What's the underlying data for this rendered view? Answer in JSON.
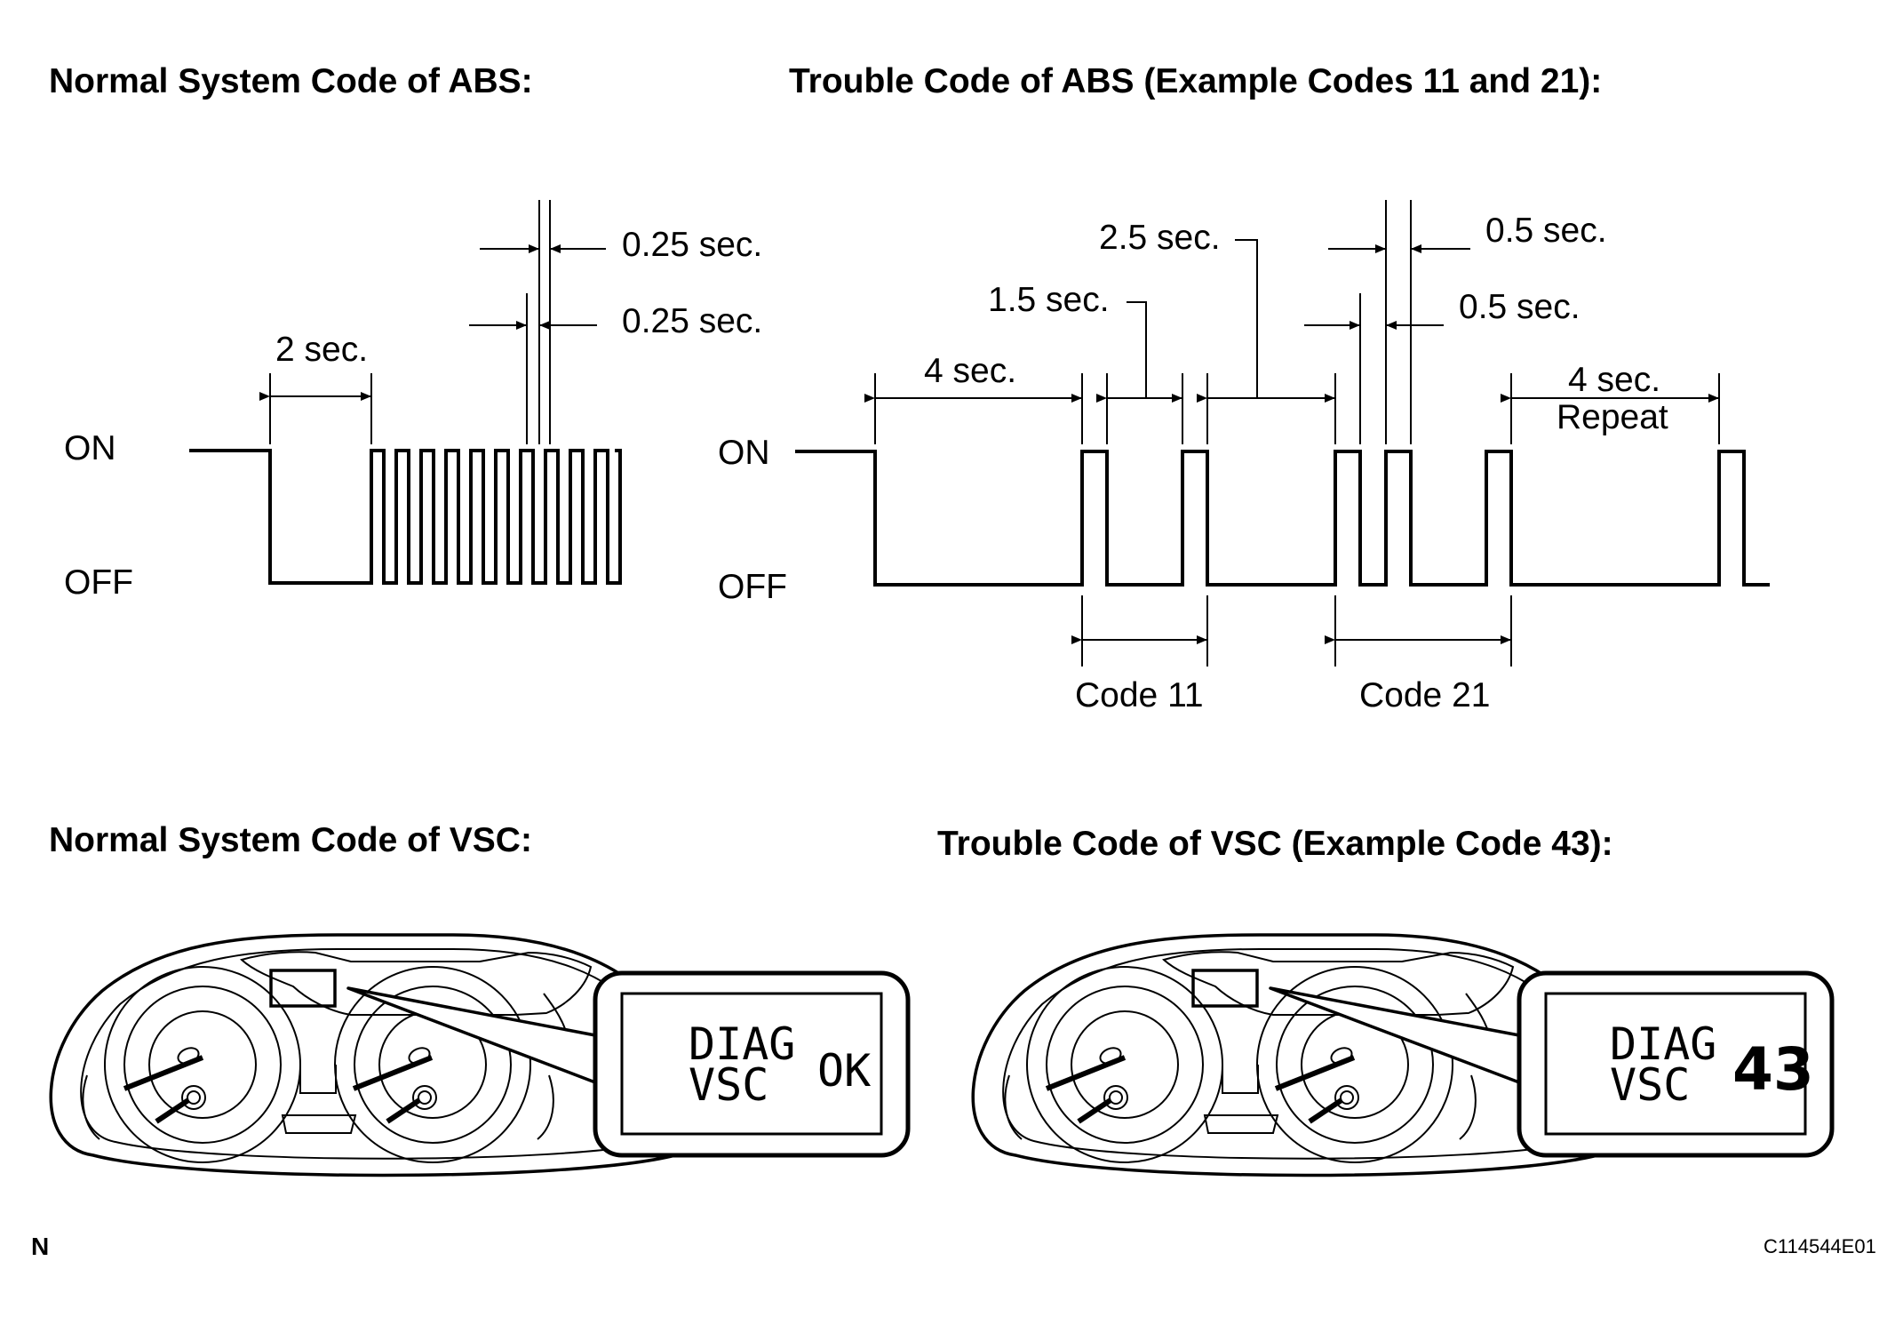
{
  "titles": {
    "abs_normal": "Normal System Code of ABS:",
    "abs_trouble": "Trouble Code of ABS (Example Codes 11 and 21):",
    "vsc_normal": "Normal System Code of VSC:",
    "vsc_trouble": "Trouble Code of VSC (Example Code 43):"
  },
  "abs_normal": {
    "on_label": "ON",
    "off_label": "OFF",
    "t_2": "2 sec.",
    "t_025_a": "0.25 sec.",
    "t_025_b": "0.25 sec."
  },
  "abs_trouble": {
    "on_label": "ON",
    "off_label": "OFF",
    "t_4": "4 sec.",
    "t_15": "1.5 sec.",
    "t_25": "2.5 sec.",
    "t_05_a": "0.5 sec.",
    "t_05_b": "0.5 sec.",
    "t_4_repeat": "4 sec.",
    "repeat": "Repeat",
    "code_11": "Code 11",
    "code_21": "Code 21"
  },
  "vsc_normal": {
    "lcd_line1": "DIAG",
    "lcd_line2": "VSC",
    "lcd_value": "OK"
  },
  "vsc_trouble": {
    "lcd_line1": "DIAG",
    "lcd_line2": "VSC",
    "lcd_value": "43"
  },
  "footer": {
    "corner_mark": "N",
    "figure_id": "C114544E01"
  }
}
